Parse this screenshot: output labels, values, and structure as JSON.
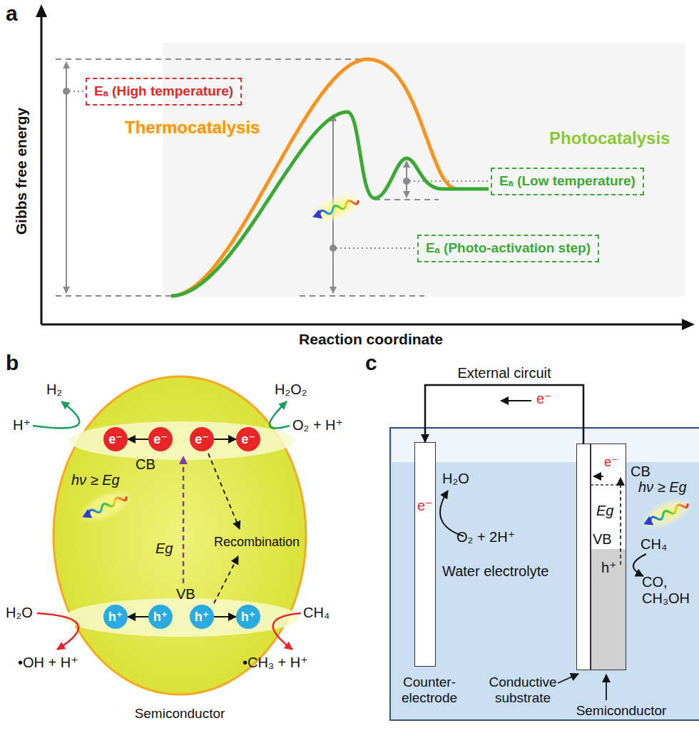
{
  "diagram": {
    "nodes": [
      {
        "text": [
          "Eₐ (High temperature)"
        ]
      },
      {
        "text": [
          "Eₐ (Low temperature)"
        ]
      },
      {
        "text": [
          "Eₐ (Photo-activation step)"
        ]
      },
      {
        "text": [
          "Semiconductor"
        ]
      },
      {
        "text": [
          "e⁻"
        ],
        "in": 3
      },
      {
        "text": [
          "e⁻"
        ],
        "in": 3
      },
      {
        "text": [
          "e⁻"
        ],
        "in": 3
      },
      {
        "text": [
          "e⁻"
        ],
        "in": 3
      },
      {
        "text": [
          "h⁺"
        ],
        "in": 3
      },
      {
        "text": [
          "h⁺"
        ],
        "in": 3
      },
      {
        "text": [
          "h⁺"
        ],
        "in": 3
      },
      {
        "text": [
          "h⁺"
        ],
        "in": 3
      },
      {
        "text": [
          "Counter-electrode"
        ]
      },
      {
        "text": [
          "Conductive substrate"
        ]
      },
      {
        "text": [
          "Semiconductor"
        ]
      }
    ],
    "edges": [
      {
        "from": 5,
        "to": 4,
        "arrow": "to"
      },
      {
        "from": 6,
        "to": 7,
        "arrow": "to"
      },
      {
        "from": 9,
        "to": 8,
        "arrow": "to"
      },
      {
        "from": 10,
        "to": 11,
        "arrow": "to"
      },
      {
        "from": 13,
        "to": 12,
        "label": "External circuit",
        "arrow": "to"
      }
    ],
    "labels": [
      "a",
      "Gibbs free energy",
      "Reaction coordinate",
      "Thermocatalysis",
      "Photocatalysis",
      "b",
      "H₂",
      "H⁺",
      "H₂O₂",
      "O₂ + H⁺",
      "CB",
      "hν ≥ Eg",
      "Eg",
      "Recombination",
      "VB",
      "H₂O",
      "•OH + H⁺",
      "CH₄",
      "•CH₃ + H⁺",
      "c",
      "e⁻",
      "e⁻",
      "H₂O",
      "O₂ + 2H⁺",
      "Water electrolyte",
      "e⁻",
      "CB",
      "hν ≥ Eg",
      "Eg",
      "VB",
      "CH₄",
      "h⁺",
      "CO, CH₃OH"
    ]
  }
}
